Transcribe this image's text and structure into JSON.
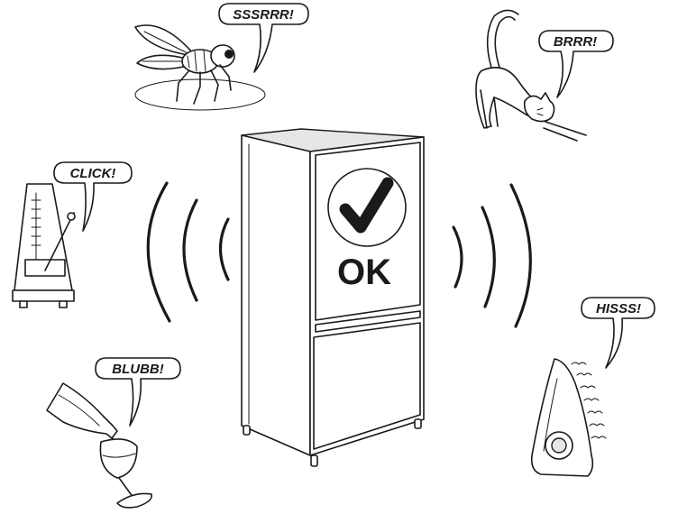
{
  "fridge": {
    "status_label": "OK",
    "status_icon": "checkmark-icon"
  },
  "noises": [
    {
      "key": "fly",
      "label": "SSSRRR!",
      "icon": "fly-icon"
    },
    {
      "key": "cat",
      "label": "BRRR!",
      "icon": "cat-icon"
    },
    {
      "key": "metronome",
      "label": "CLICK!",
      "icon": "metronome-icon"
    },
    {
      "key": "iron",
      "label": "HISSS!",
      "icon": "steam-iron-icon"
    },
    {
      "key": "wine",
      "label": "BLUBB!",
      "icon": "wine-bottle-icon"
    }
  ],
  "colors": {
    "line": "#1a1a1a",
    "background": "#ffffff"
  }
}
